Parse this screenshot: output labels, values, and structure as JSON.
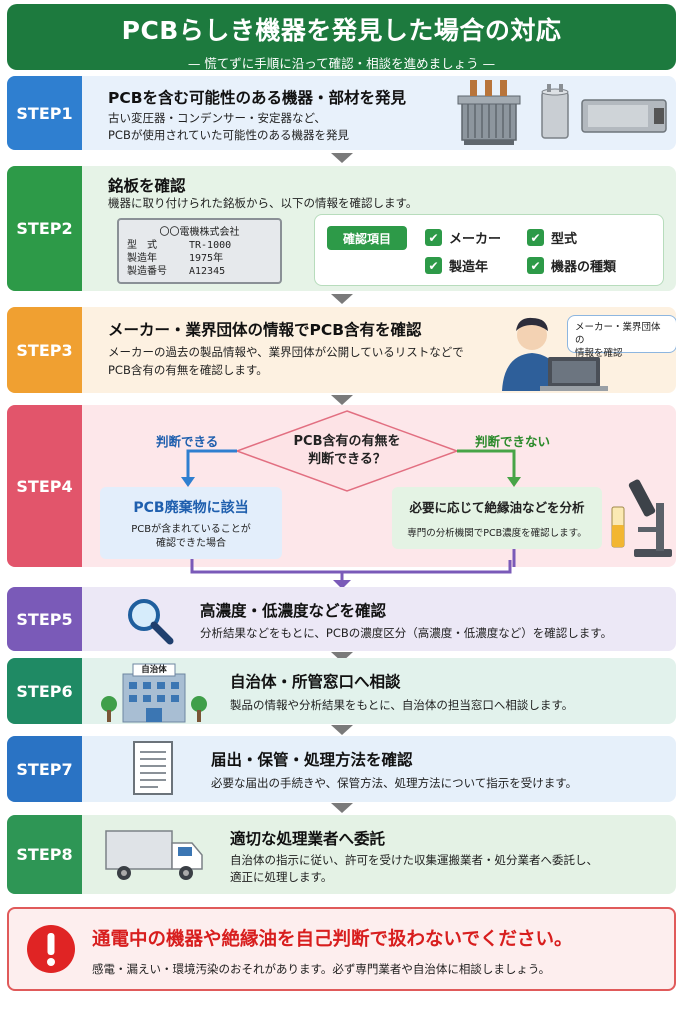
{
  "header": {
    "title": "PCBらしき機器を発見した場合の対応",
    "subtitle": "— 慌てずに手順に沿って確認・相談を進めましょう —"
  },
  "colors": {
    "header": "#1d7a3e",
    "step1": "#2f7fd0",
    "step2": "#2d9a48",
    "step3": "#f0a031",
    "step4": "#e2556b",
    "step5": "#7a5ab8",
    "step6": "#1f8a64",
    "step7": "#2a73c4",
    "step8": "#2e9655",
    "warning": "#d81e1e"
  },
  "steps": [
    {
      "label": "STEP1",
      "title": "PCBを含む可能性のある機器・部材を発見",
      "desc1": "古い変圧器・コンデンサー・安定器など、",
      "desc2": "PCBが使用されていた可能性のある機器を発見",
      "icons": [
        "transformer-icon",
        "capacitor-icon",
        "ballast-icon"
      ]
    },
    {
      "label": "STEP2",
      "title": "銘板を確認",
      "desc1": "機器に取り付けられた銘板から、以下の情報を確認します。",
      "nameplate": {
        "maker": "〇〇電機株式会社",
        "rows": [
          {
            "label": "型　式",
            "value": "TR-1000"
          },
          {
            "label": "製造年",
            "value": "1975年"
          },
          {
            "label": "製造番号",
            "value": "A12345"
          }
        ]
      },
      "check_tag": "確認項目",
      "checks": [
        "メーカー",
        "型式",
        "製造年",
        "機器の種類"
      ]
    },
    {
      "label": "STEP3",
      "title": "メーカー・業界団体の情報でPCB含有を確認",
      "desc1": "メーカーの過去の製品情報や、業界団体が公開しているリストなどで",
      "desc2": "PCB含有の有無を確認します。",
      "bubble1": "メーカー・業界団体の",
      "bubble2": "情報を確認",
      "icons": [
        "worker-laptop-icon"
      ]
    },
    {
      "label": "STEP4",
      "question1": "PCB含有の有無を",
      "question2": "判断できる？",
      "yes_label": "判断できる",
      "no_label": "判断できない",
      "yes_title": "PCB廃棄物に該当",
      "yes_desc1": "PCBが含まれていることが",
      "yes_desc2": "確認できた場合",
      "no_title": "必要に応じて絶縁油などを分析",
      "no_desc": "専門の分析機関でPCB濃度を確認します。",
      "icons": [
        "microscope-icon",
        "flask-icon"
      ]
    },
    {
      "label": "STEP5",
      "title": "高濃度・低濃度などを確認",
      "desc1": "分析結果などをもとに、PCBの濃度区分（高濃度・低濃度など）を確認します。",
      "icons": [
        "magnifier-icon"
      ]
    },
    {
      "label": "STEP6",
      "title": "自治体・所管窓口へ相談",
      "desc1": "製品の情報や分析結果をもとに、自治体の担当窓口へ相談します。",
      "building_sign": "自治体",
      "icons": [
        "building-icon",
        "tree-icon"
      ]
    },
    {
      "label": "STEP7",
      "title": "届出・保管・処理方法を確認",
      "desc1": "必要な届出の手続きや、保管方法、処理方法について指示を受けます。",
      "icons": [
        "document-icon"
      ]
    },
    {
      "label": "STEP8",
      "title": "適切な処理業者へ委託",
      "desc1": "自治体の指示に従い、許可を受けた収集運搬業者・処分業者へ委託し、",
      "desc2": "適正に処理します。",
      "icons": [
        "truck-icon"
      ]
    }
  ],
  "warning": {
    "title": "通電中の機器や絶縁油を自己判断で扱わないでください。",
    "desc": "感電・漏えい・環境汚染のおそれがあります。必ず専門業者や自治体に相談しましょう。",
    "icon": "exclamation-icon"
  }
}
